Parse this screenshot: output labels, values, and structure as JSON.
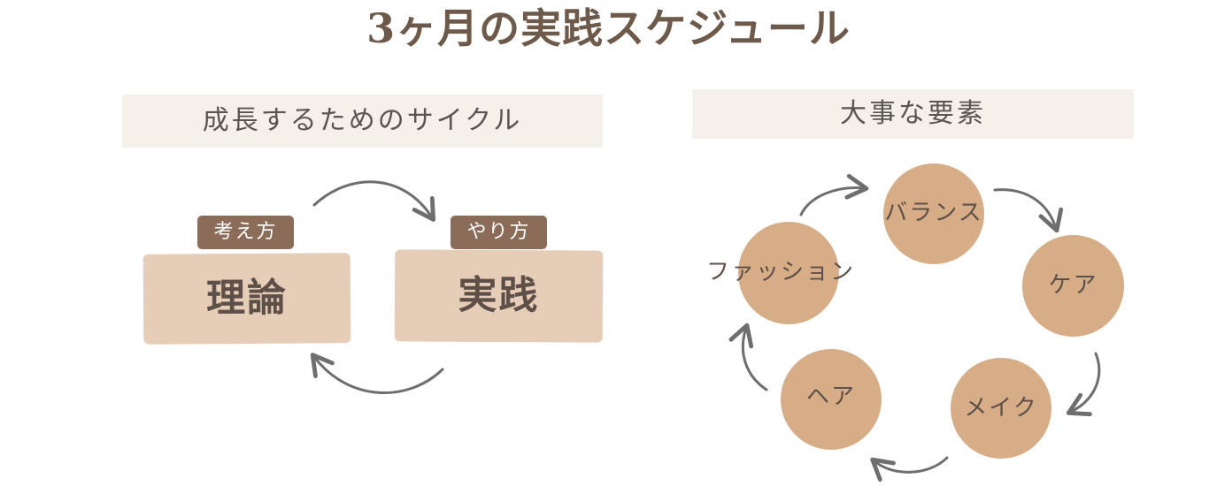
{
  "title": "3ヶ月の実践スケジュール",
  "left_panel": {
    "header": "成長するためのサイクル",
    "theory": {
      "tag": "考え方",
      "label": "理論"
    },
    "practice": {
      "tag": "やり方",
      "label": "実践"
    }
  },
  "right_panel": {
    "header": "大事な要素",
    "elements": [
      "バランス",
      "ケア",
      "メイク",
      "ヘア",
      "ファッション"
    ]
  },
  "colors": {
    "title": "#6e5a4a",
    "header_bg": "#f5f0ea",
    "box_bg": "#e6cdb8",
    "tag_bg": "#8a6c58",
    "circle_bg": "#d6ad87",
    "arrow": "#6e6e6e"
  }
}
